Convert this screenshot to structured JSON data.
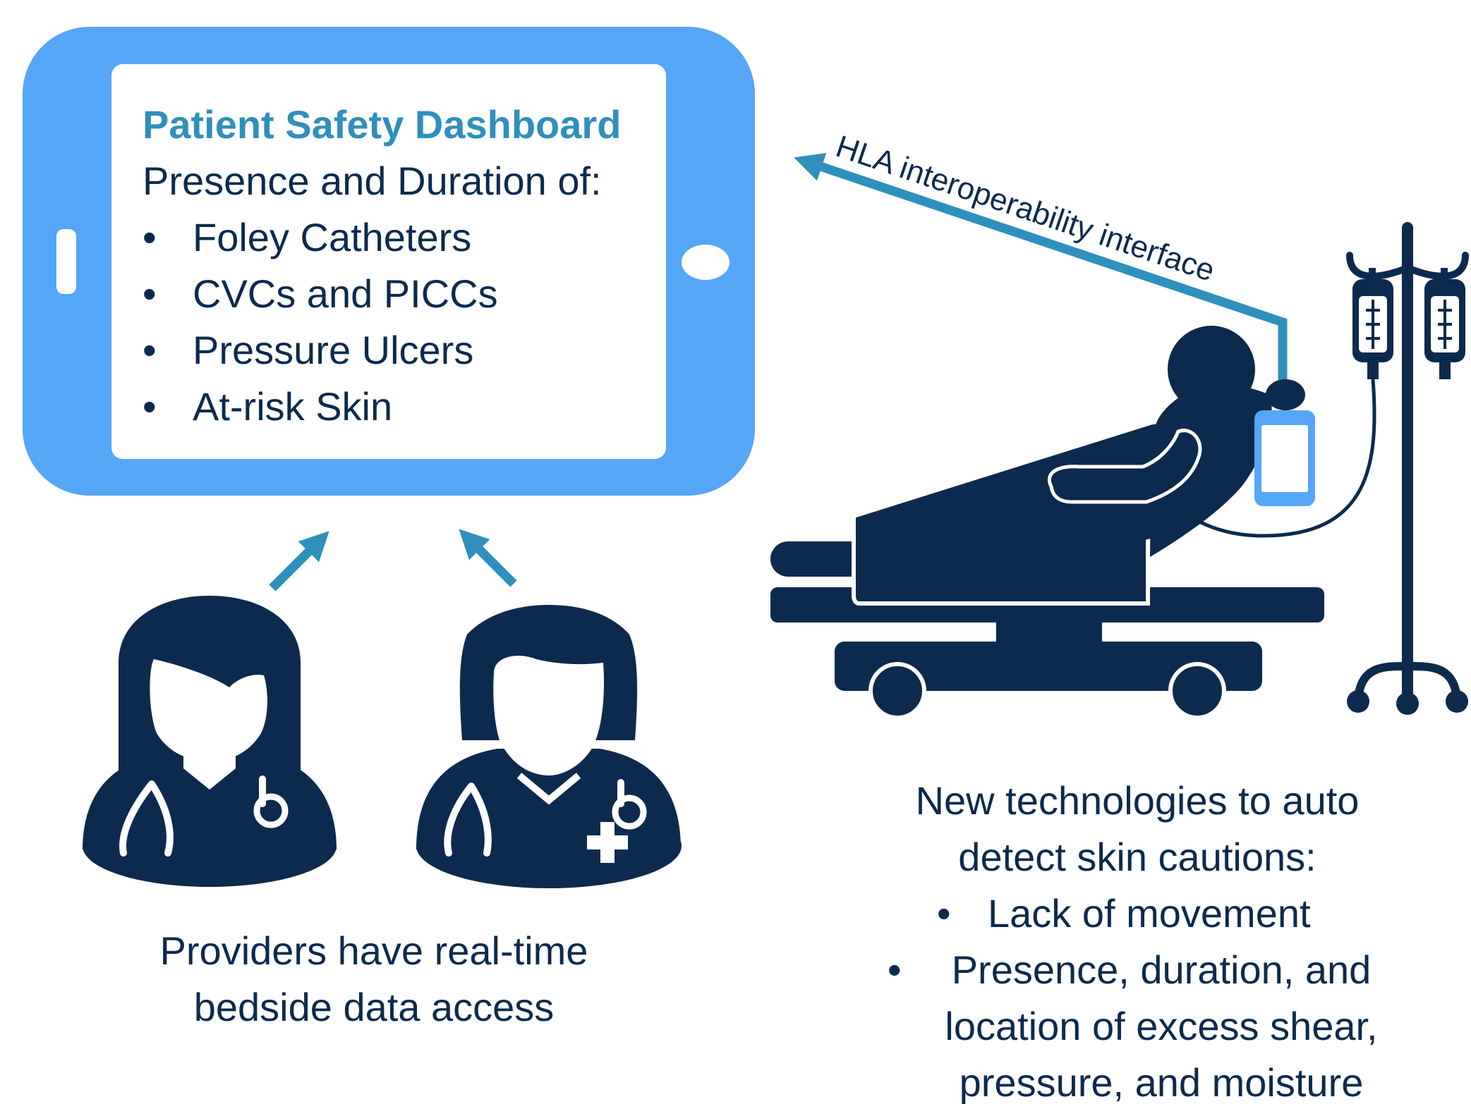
{
  "colors": {
    "tablet_blue": "#55a6f7",
    "accent": "#2f8fbd",
    "navy": "#0b2a4d",
    "white": "#ffffff"
  },
  "dashboard": {
    "title": "Patient Safety Dashboard",
    "subtitle": "Presence and Duration of:",
    "bullet": "•",
    "items": [
      "Foley Catheters",
      "CVCs and PICCs",
      "Pressure Ulcers",
      "At-risk Skin"
    ]
  },
  "interface_label": "HLA interoperability interface",
  "providers_caption": {
    "line1": "Providers have real-time",
    "line2": "bedside data access"
  },
  "technologies_caption": {
    "line1": "New technologies to auto",
    "line2": "detect skin cautions:",
    "bullet": "•",
    "item1": "Lack of movement",
    "item2_line1": "Presence, duration, and",
    "item2_line2": "location of excess shear,",
    "item2_line3": "pressure, and moisture"
  },
  "icons": {
    "dashboard_tablet": "tablet-icon",
    "female_provider": "female-doctor-icon",
    "male_provider": "male-doctor-icon",
    "patient_bed": "patient-in-bed-icon",
    "iv_pole": "iv-pole-icon",
    "bedside_tablet": "bedside-tablet-icon"
  }
}
